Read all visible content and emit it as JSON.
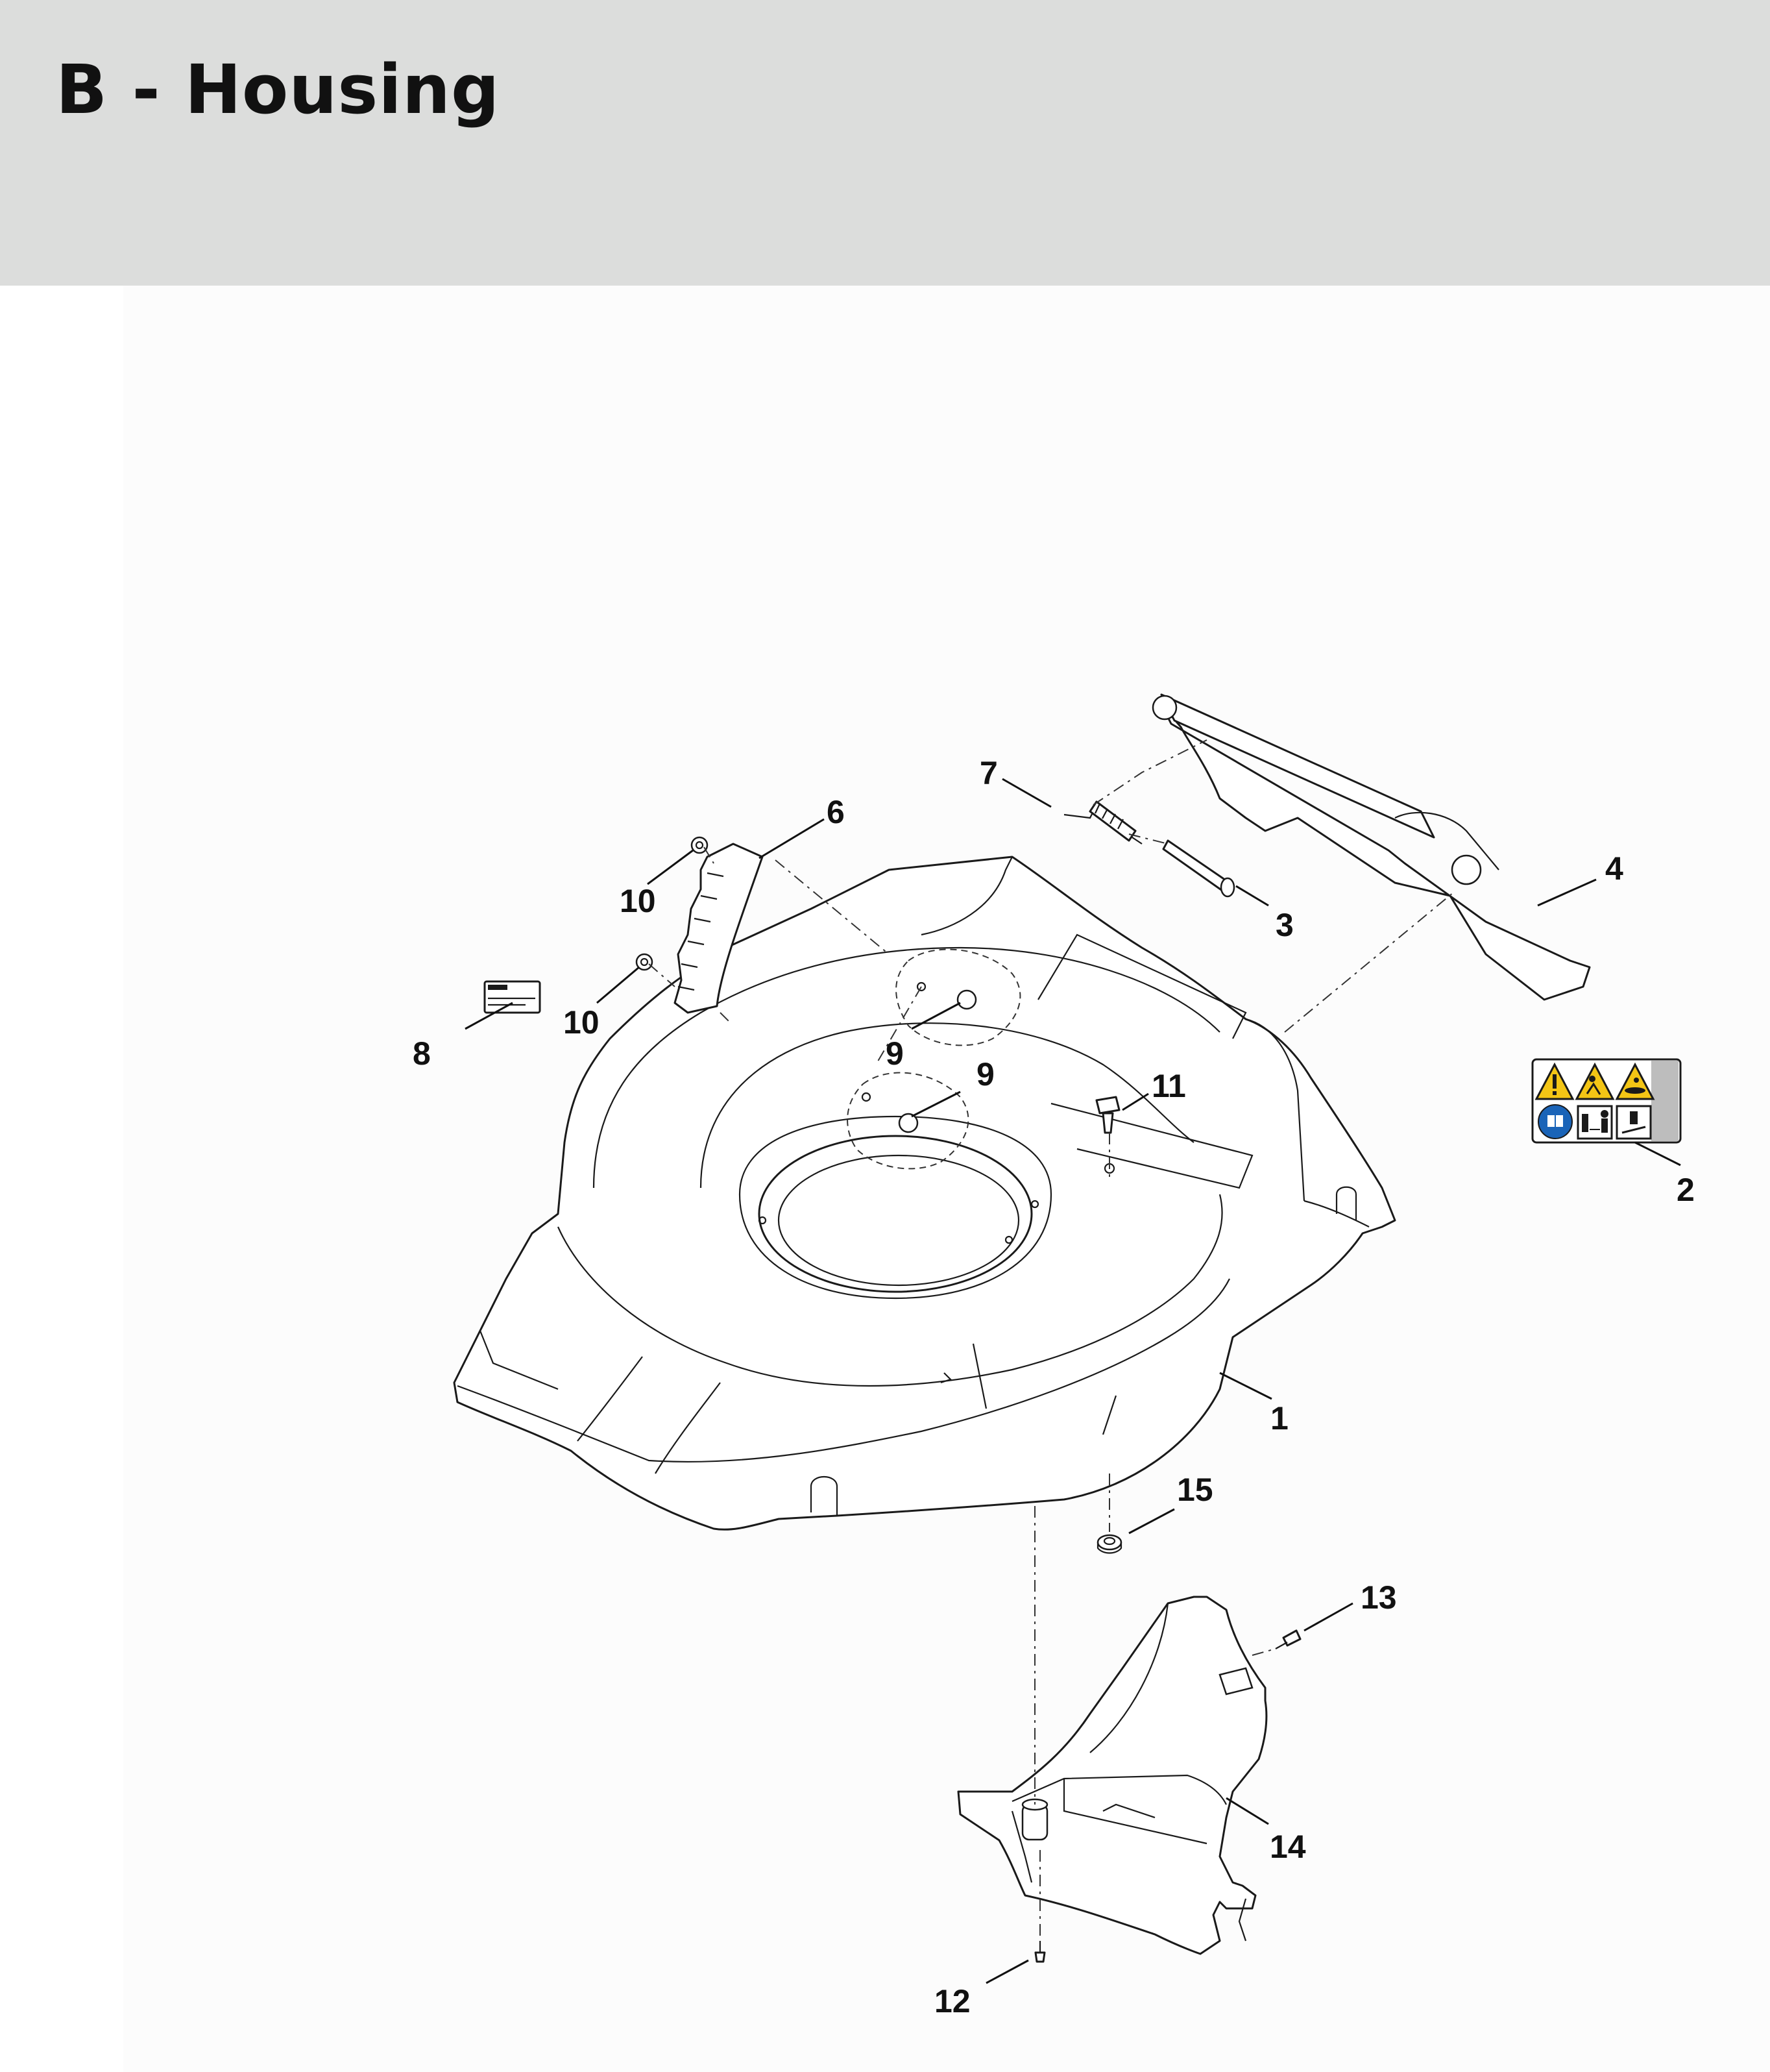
{
  "header": {
    "title": "B - Housing"
  },
  "callouts": [
    {
      "id": "c1",
      "label": "1"
    },
    {
      "id": "c2",
      "label": "2"
    },
    {
      "id": "c3",
      "label": "3"
    },
    {
      "id": "c4",
      "label": "4"
    },
    {
      "id": "c6",
      "label": "6"
    },
    {
      "id": "c7",
      "label": "7"
    },
    {
      "id": "c8",
      "label": "8"
    },
    {
      "id": "c9a",
      "label": "9"
    },
    {
      "id": "c9b",
      "label": "9"
    },
    {
      "id": "c10a",
      "label": "10"
    },
    {
      "id": "c10b",
      "label": "10"
    },
    {
      "id": "c11",
      "label": "11"
    },
    {
      "id": "c12",
      "label": "12"
    },
    {
      "id": "c13",
      "label": "13"
    },
    {
      "id": "c14",
      "label": "14"
    },
    {
      "id": "c15",
      "label": "15"
    }
  ],
  "colors": {
    "header_bg": "#dcdddc",
    "warning_yellow": "#f3c515",
    "mandatory_blue": "#1a64b8",
    "line": "#1a1a1a"
  },
  "label_2": {
    "icons": [
      "warning-icon",
      "thrown-object-icon",
      "blade-hazard-icon",
      "read-manual-icon",
      "keep-distance-icon",
      "unplug-before-service-icon"
    ]
  }
}
